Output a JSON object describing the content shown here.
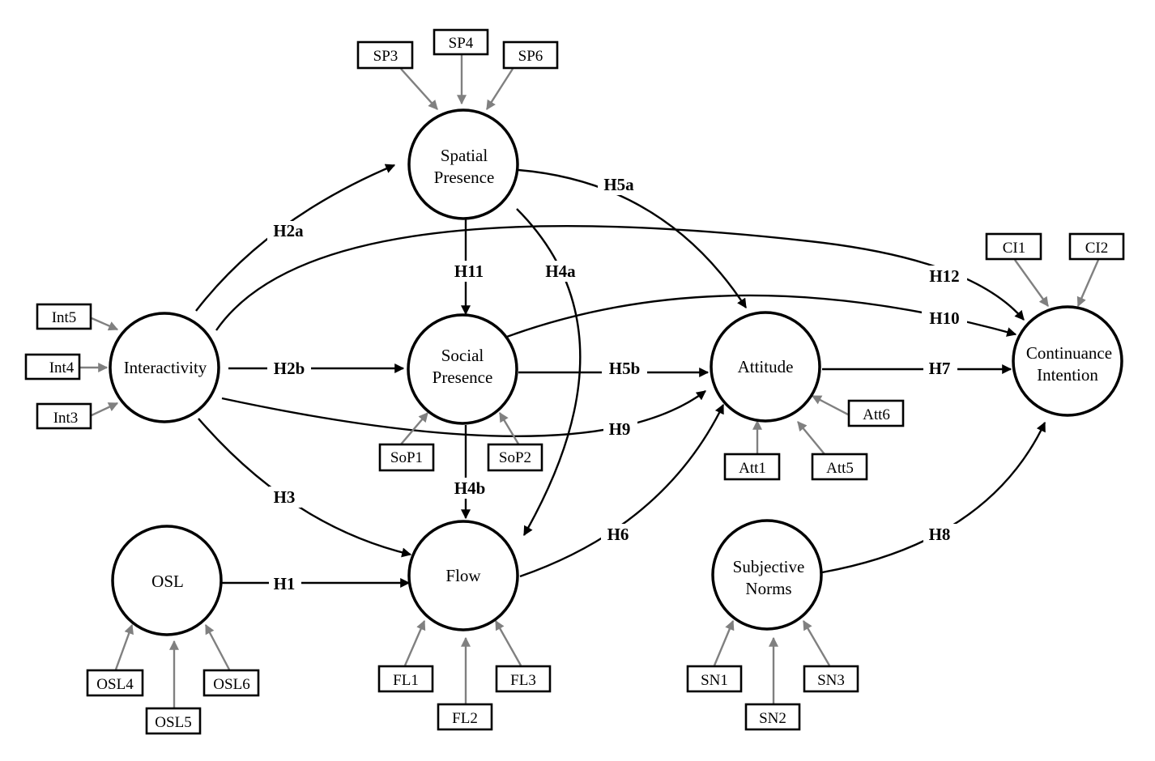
{
  "constructs": {
    "spatial_presence": [
      "Spatial",
      "Presence"
    ],
    "social_presence": [
      "Social",
      "Presence"
    ],
    "interactivity": [
      "Interactivity"
    ],
    "attitude": [
      "Attitude"
    ],
    "continuance_intention": [
      "Continuance",
      "Intention"
    ],
    "flow": [
      "Flow"
    ],
    "osl": [
      "OSL"
    ],
    "subjective_norms": [
      "Subjective",
      "Norms"
    ]
  },
  "indicators": {
    "sp3": "SP3",
    "sp4": "SP4",
    "sp6": "SP6",
    "int5": "Int5",
    "int4": "Int4",
    "int3": "Int3",
    "sop1": "SoP1",
    "sop2": "SoP2",
    "att1": "Att1",
    "att5": "Att5",
    "att6": "Att6",
    "ci1": "CI1",
    "ci2": "CI2",
    "osl4": "OSL4",
    "osl5": "OSL5",
    "osl6": "OSL6",
    "fl1": "FL1",
    "fl2": "FL2",
    "fl3": "FL3",
    "sn1": "SN1",
    "sn2": "SN2",
    "sn3": "SN3"
  },
  "hypotheses": {
    "h1": "H1",
    "h2a": "H2a",
    "h2b": "H2b",
    "h3": "H3",
    "h4a": "H4a",
    "h4b": "H4b",
    "h5a": "H5a",
    "h5b": "H5b",
    "h6": "H6",
    "h7": "H7",
    "h8": "H8",
    "h9": "H9",
    "h10": "H10",
    "h11": "H11",
    "h12": "H12"
  },
  "colors": {
    "path": "#000000",
    "indicator_path": "#808080",
    "background": "#ffffff"
  }
}
